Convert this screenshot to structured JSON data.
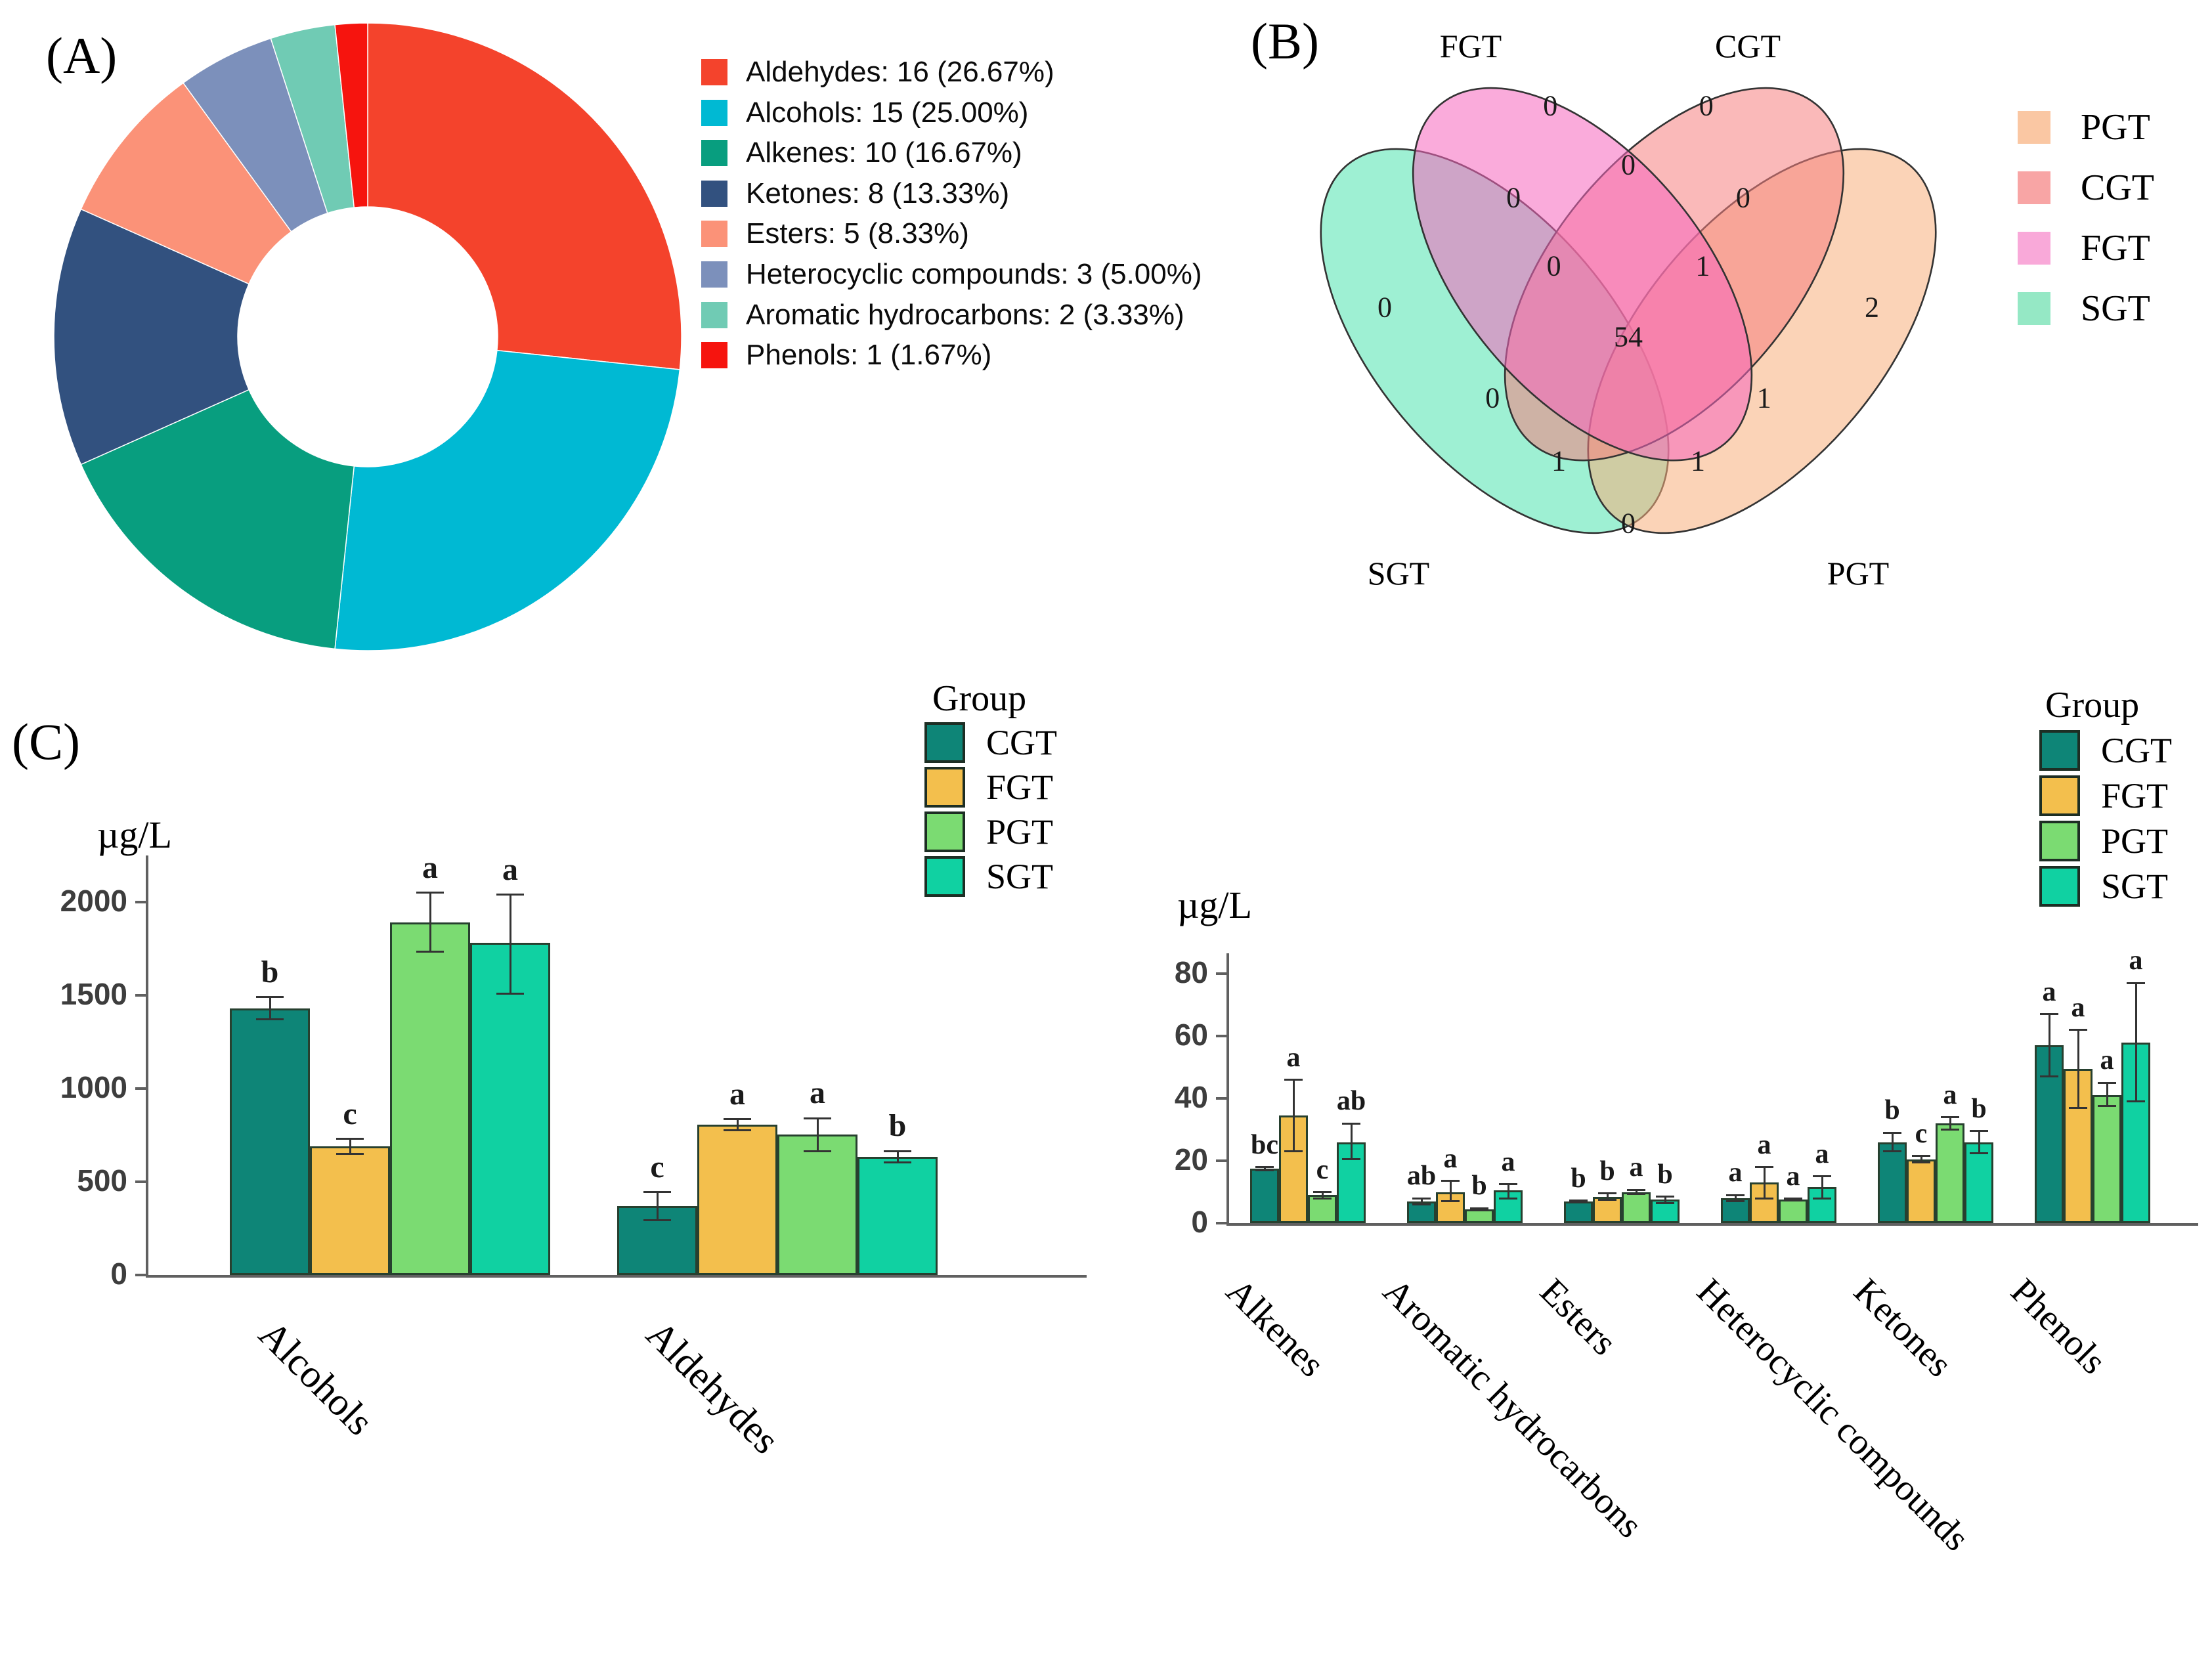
{
  "figure": {
    "panel_a_label": "(A)",
    "panel_b_label": "(B)",
    "panel_c_label": "(C)"
  },
  "chart_data": [
    {
      "id": "compound-class-donut",
      "type": "pie",
      "subtype": "donut",
      "categories": [
        "Aldehydes",
        "Alcohols",
        "Alkenes",
        "Ketones",
        "Esters",
        "Heterocyclic compounds",
        "Aromatic hydrocarbons",
        "Phenols"
      ],
      "values": [
        16,
        15,
        10,
        8,
        5,
        3,
        2,
        1
      ],
      "percents": [
        "26.67%",
        "25.00%",
        "16.67%",
        "13.33%",
        "8.33%",
        "5.00%",
        "3.33%",
        "1.67%"
      ],
      "legend_labels": [
        "Aldehydes: 16 (26.67%)",
        "Alcohols: 15 (25.00%)",
        "Alkenes: 10 (16.67%)",
        "Ketones: 8 (13.33%)",
        "Esters: 5 (8.33%)",
        "Heterocyclic compounds: 3 (5.00%)",
        "Aromatic hydrocarbons: 2 (3.33%)",
        "Phenols: 1 (1.67%)"
      ],
      "colors": [
        "#F4432C",
        "#00B9D3",
        "#089E7F",
        "#32517F",
        "#FB9278",
        "#7C90BB",
        "#70CBB4",
        "#F6140E"
      ],
      "legend_position": "right",
      "start_angle_deg": -90,
      "direction": "clockwise"
    },
    {
      "id": "shared-compounds-venn",
      "type": "venn",
      "sets": [
        "PGT",
        "CGT",
        "FGT",
        "SGT"
      ],
      "set_fill_colors": {
        "SGT": "#4FE3AE",
        "FGT": "#F566BD",
        "CGT": "#F57F7F",
        "PGT": "#F8AE7C"
      },
      "legend": [
        {
          "label": "PGT",
          "color": "#FAC7A3"
        },
        {
          "label": "CGT",
          "color": "#F8A5A5"
        },
        {
          "label": "FGT",
          "color": "#F9A9D9"
        },
        {
          "label": "SGT",
          "color": "#95E8C5"
        }
      ],
      "diagram_labels": {
        "top_left": "FGT",
        "top_right": "CGT",
        "bottom_left": "SGT",
        "bottom_right": "PGT"
      },
      "regions": {
        "FGT": 0,
        "CGT": 0,
        "FGT∩CGT": 0,
        "SGT∩FGT": 0,
        "CGT∩PGT": 0,
        "SGT": 0,
        "SGT∩FGT∩CGT": 0,
        "FGT∩CGT∩PGT": 1,
        "PGT": 2,
        "SGT∩FGT∩CGT∩PGT": 54,
        "SGT∩CGT": 0,
        "FGT∩PGT": 1,
        "SGT∩CGT∩PGT": 1,
        "SGT∩FGT∩PGT": 1,
        "SGT∩PGT": 0
      }
    },
    {
      "id": "major-classes-bar",
      "type": "bar",
      "ylabel": "µg/L",
      "yticks": [
        0,
        500,
        1000,
        1500,
        2000
      ],
      "ylim": [
        0,
        2250
      ],
      "legend_title": "Group",
      "series": [
        "CGT",
        "FGT",
        "PGT",
        "SGT"
      ],
      "series_colors": {
        "CGT": "#0E8577",
        "FGT": "#F3BF4D",
        "PGT": "#7BDB72",
        "SGT": "#10D1A2"
      },
      "groups": [
        {
          "category": "Alcohols",
          "bars": [
            {
              "series": "CGT",
              "value": 1430,
              "err_low": 1370,
              "err_high": 1490,
              "letter": "b"
            },
            {
              "series": "FGT",
              "value": 690,
              "err_low": 650,
              "err_high": 730,
              "letter": "c"
            },
            {
              "series": "PGT",
              "value": 1890,
              "err_low": 1735,
              "err_high": 2050,
              "letter": "a"
            },
            {
              "series": "SGT",
              "value": 1780,
              "err_low": 1510,
              "err_high": 2040,
              "letter": "a"
            }
          ]
        },
        {
          "category": "Aldehydes",
          "bars": [
            {
              "series": "CGT",
              "value": 370,
              "err_low": 295,
              "err_high": 445,
              "letter": "c"
            },
            {
              "series": "FGT",
              "value": 805,
              "err_low": 775,
              "err_high": 835,
              "letter": "a"
            },
            {
              "series": "PGT",
              "value": 755,
              "err_low": 665,
              "err_high": 840,
              "letter": "a"
            },
            {
              "series": "SGT",
              "value": 635,
              "err_low": 605,
              "err_high": 665,
              "letter": "b"
            }
          ]
        }
      ]
    },
    {
      "id": "minor-classes-bar",
      "type": "bar",
      "ylabel": "µg/L",
      "yticks": [
        0,
        20,
        40,
        60,
        80
      ],
      "ylim": [
        0,
        88
      ],
      "legend_title": "Group",
      "series": [
        "CGT",
        "FGT",
        "PGT",
        "SGT"
      ],
      "series_colors": {
        "CGT": "#0E8577",
        "FGT": "#F3BF4D",
        "PGT": "#7BDB72",
        "SGT": "#10D1A2"
      },
      "groups": [
        {
          "category": "Alkenes",
          "bars": [
            {
              "series": "CGT",
              "value": 17.5,
              "err_low": 17,
              "err_high": 18,
              "letter": "bc"
            },
            {
              "series": "FGT",
              "value": 34.5,
              "err_low": 23,
              "err_high": 46,
              "letter": "a"
            },
            {
              "series": "PGT",
              "value": 9,
              "err_low": 8,
              "err_high": 10,
              "letter": "c"
            },
            {
              "series": "SGT",
              "value": 26,
              "err_low": 20.5,
              "err_high": 32,
              "letter": "ab"
            }
          ]
        },
        {
          "category": "Aromatic hydrocarbons",
          "bars": [
            {
              "series": "CGT",
              "value": 7,
              "err_low": 6,
              "err_high": 8,
              "letter": "ab"
            },
            {
              "series": "FGT",
              "value": 10,
              "err_low": 7,
              "err_high": 13.5,
              "letter": "a"
            },
            {
              "series": "PGT",
              "value": 4.5,
              "err_low": 4.2,
              "err_high": 4.8,
              "letter": "b"
            },
            {
              "series": "SGT",
              "value": 10.5,
              "err_low": 8,
              "err_high": 12.5,
              "letter": "a"
            }
          ]
        },
        {
          "category": "Esters",
          "bars": [
            {
              "series": "CGT",
              "value": 7,
              "err_low": 6.8,
              "err_high": 7.2,
              "letter": "b"
            },
            {
              "series": "FGT",
              "value": 8.5,
              "err_low": 7.5,
              "err_high": 9.5,
              "letter": "b"
            },
            {
              "series": "PGT",
              "value": 10,
              "err_low": 9.3,
              "err_high": 10.7,
              "letter": "a"
            },
            {
              "series": "SGT",
              "value": 7.5,
              "err_low": 6.5,
              "err_high": 8.5,
              "letter": "b"
            }
          ]
        },
        {
          "category": "Heterocyclic compounds",
          "bars": [
            {
              "series": "CGT",
              "value": 8,
              "err_low": 7,
              "err_high": 9,
              "letter": "a"
            },
            {
              "series": "FGT",
              "value": 13,
              "err_low": 8,
              "err_high": 18,
              "letter": "a"
            },
            {
              "series": "PGT",
              "value": 7.5,
              "err_low": 7.2,
              "err_high": 7.8,
              "letter": "a"
            },
            {
              "series": "SGT",
              "value": 11.5,
              "err_low": 8,
              "err_high": 15,
              "letter": "a"
            }
          ]
        },
        {
          "category": "Ketones",
          "bars": [
            {
              "series": "CGT",
              "value": 26,
              "err_low": 23,
              "err_high": 29,
              "letter": "b"
            },
            {
              "series": "FGT",
              "value": 20.5,
              "err_low": 19.5,
              "err_high": 21.5,
              "letter": "c"
            },
            {
              "series": "PGT",
              "value": 32,
              "err_low": 30,
              "err_high": 34,
              "letter": "a"
            },
            {
              "series": "SGT",
              "value": 26,
              "err_low": 22.5,
              "err_high": 29.5,
              "letter": "b"
            }
          ]
        },
        {
          "category": "Phenols",
          "bars": [
            {
              "series": "CGT",
              "value": 57,
              "err_low": 47,
              "err_high": 67,
              "letter": "a"
            },
            {
              "series": "FGT",
              "value": 49.5,
              "err_low": 37,
              "err_high": 62,
              "letter": "a"
            },
            {
              "series": "PGT",
              "value": 41,
              "err_low": 37.5,
              "err_high": 45,
              "letter": "a"
            },
            {
              "series": "SGT",
              "value": 58,
              "err_low": 39,
              "err_high": 77,
              "letter": "a"
            }
          ]
        }
      ]
    }
  ]
}
